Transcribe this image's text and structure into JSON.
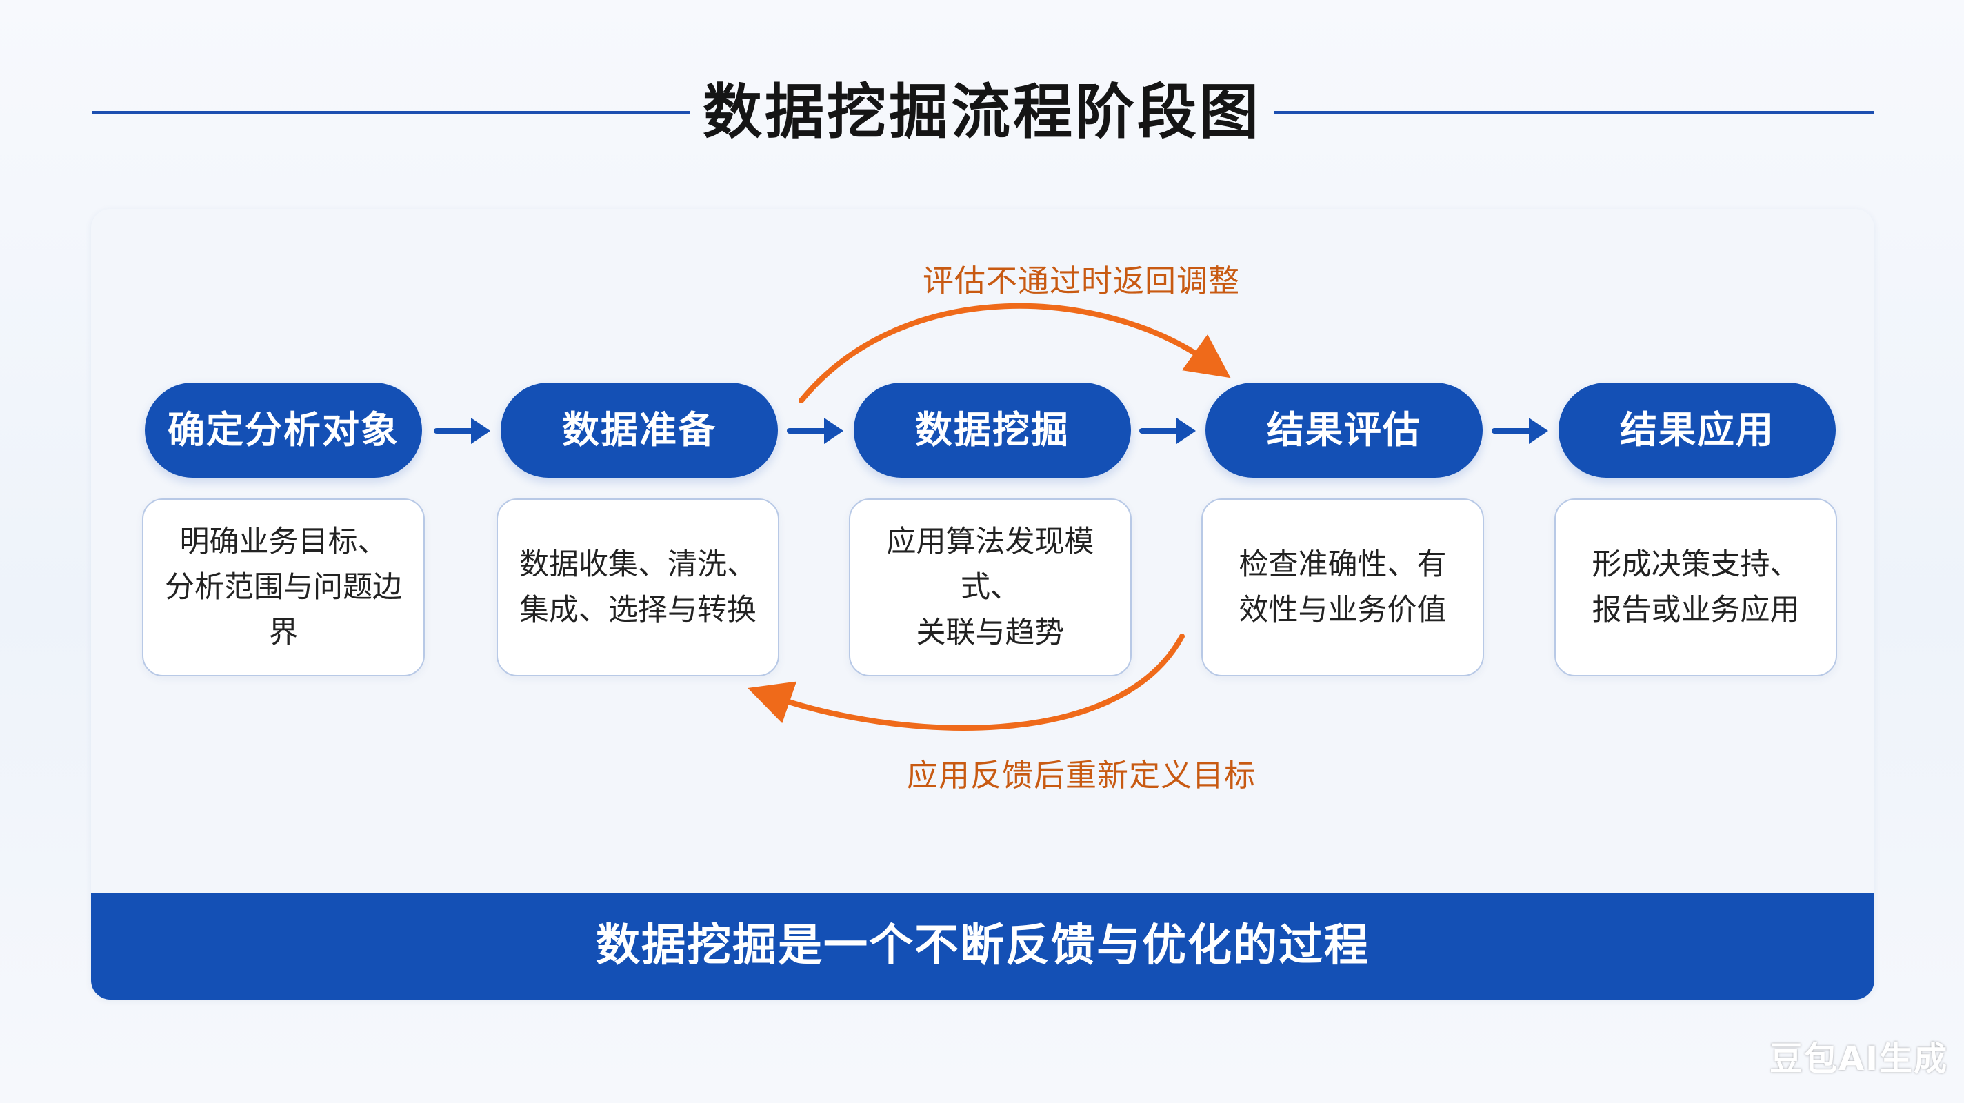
{
  "title": "数据挖掘流程阶段图",
  "stages": [
    {
      "label": "确定分析对象",
      "lines": [
        "明确业务目标、",
        "分析范围与问题边界"
      ]
    },
    {
      "label": "数据准备",
      "lines": [
        "数据收集、清洗、",
        "集成、选择与转换"
      ]
    },
    {
      "label": "数据挖掘",
      "lines": [
        "应用算法发现模式、",
        "关联与趋势"
      ]
    },
    {
      "label": "结果评估",
      "lines": [
        "检查准确性、有",
        "效性与业务价值"
      ]
    },
    {
      "label": "结果应用",
      "lines": [
        "形成决策支持、",
        "报告或业务应用"
      ]
    }
  ],
  "feedback": {
    "top": "评估不通过时返回调整",
    "bottom": "应用反馈后重新定义目标"
  },
  "banner": "数据挖掘是一个不断反馈与优化的过程",
  "watermark": "豆包AI生成",
  "colors": {
    "primary": "#1450b5",
    "accent": "#ef6a1a",
    "label": "#c85a12"
  }
}
